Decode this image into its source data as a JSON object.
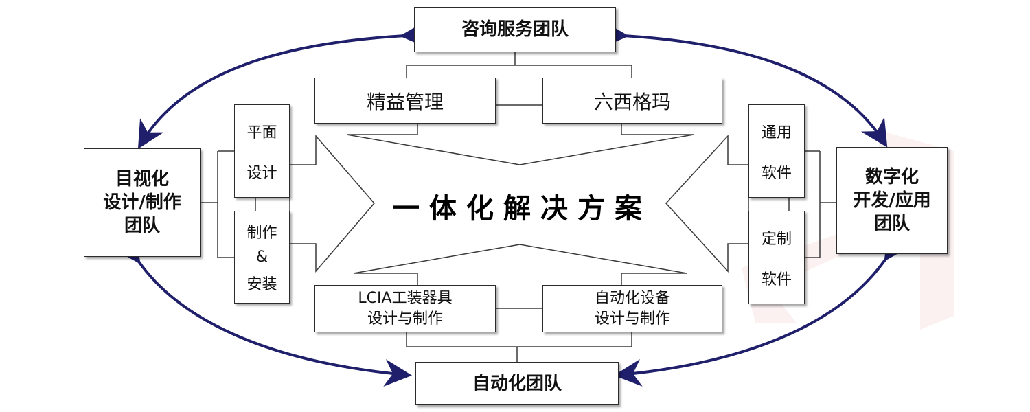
{
  "colors": {
    "arrow": "#1f1f6b",
    "line": "#3a3a3a",
    "box_border": "#2b2b2b",
    "watermark": "#f3d6d6"
  },
  "center_title": "一体化解决方案",
  "teams": {
    "top": "咨询服务团队",
    "bottom": "自动化团队",
    "left": "目视化\n设计/制作\n团队",
    "right": "数字化\n开发/应用\n团队"
  },
  "methods": {
    "lean": "精益管理",
    "six_sigma": "六西格玛"
  },
  "projects": {
    "lcia": "LCIA工装器具\n设计与制作",
    "automation": "自动化设备\n设计与制作"
  },
  "left_items": {
    "plan_design": [
      "平面",
      "设计"
    ],
    "make_install": [
      "制作",
      "&",
      "安装"
    ]
  },
  "right_items": {
    "general_software": [
      "通用",
      "软件"
    ],
    "custom_software": [
      "定制",
      "软件"
    ]
  }
}
